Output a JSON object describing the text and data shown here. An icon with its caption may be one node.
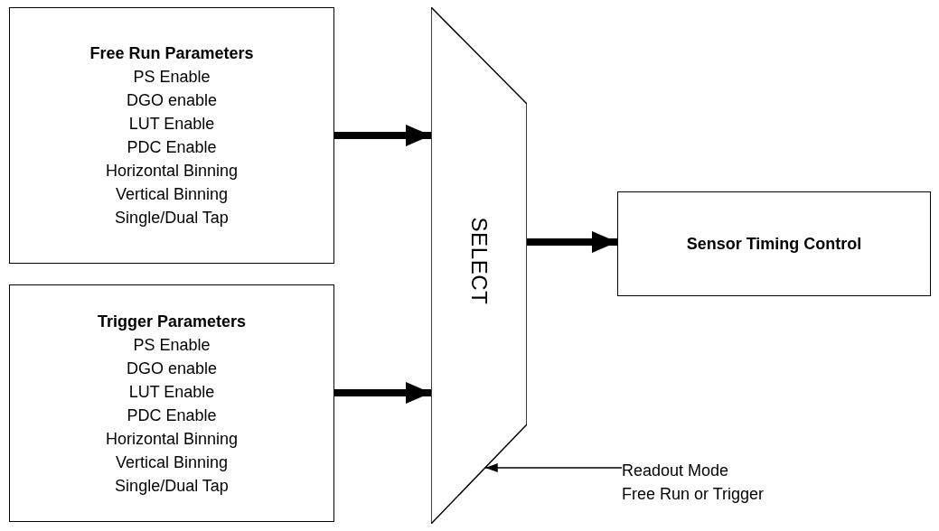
{
  "diagram": {
    "nodes": [
      {
        "text": [
          "Free Run Parameters",
          "PS Enable",
          "DGO enable",
          "LUT Enable",
          "PDC Enable",
          "Horizontal Binning",
          "Vertical Binning",
          "Single/Dual Tap"
        ]
      },
      {
        "text": [
          "Trigger Parameters",
          "PS Enable",
          "DGO enable",
          "LUT Enable",
          "PDC Enable",
          "Horizontal Binning",
          "Vertical Binning",
          "Single/Dual Tap"
        ]
      },
      {
        "text": [
          "SELECT"
        ]
      },
      {
        "text": [
          "Sensor Timing Control"
        ]
      },
      {
        "text": [
          "Readout Mode",
          "Free Run or Trigger"
        ]
      }
    ],
    "edges": [
      {
        "from": 0,
        "to": 2,
        "arrow": "to"
      },
      {
        "from": 1,
        "to": 2,
        "arrow": "to"
      },
      {
        "from": 2,
        "to": 3,
        "arrow": "to"
      },
      {
        "from": 4,
        "to": 2,
        "arrow": "to"
      }
    ]
  }
}
